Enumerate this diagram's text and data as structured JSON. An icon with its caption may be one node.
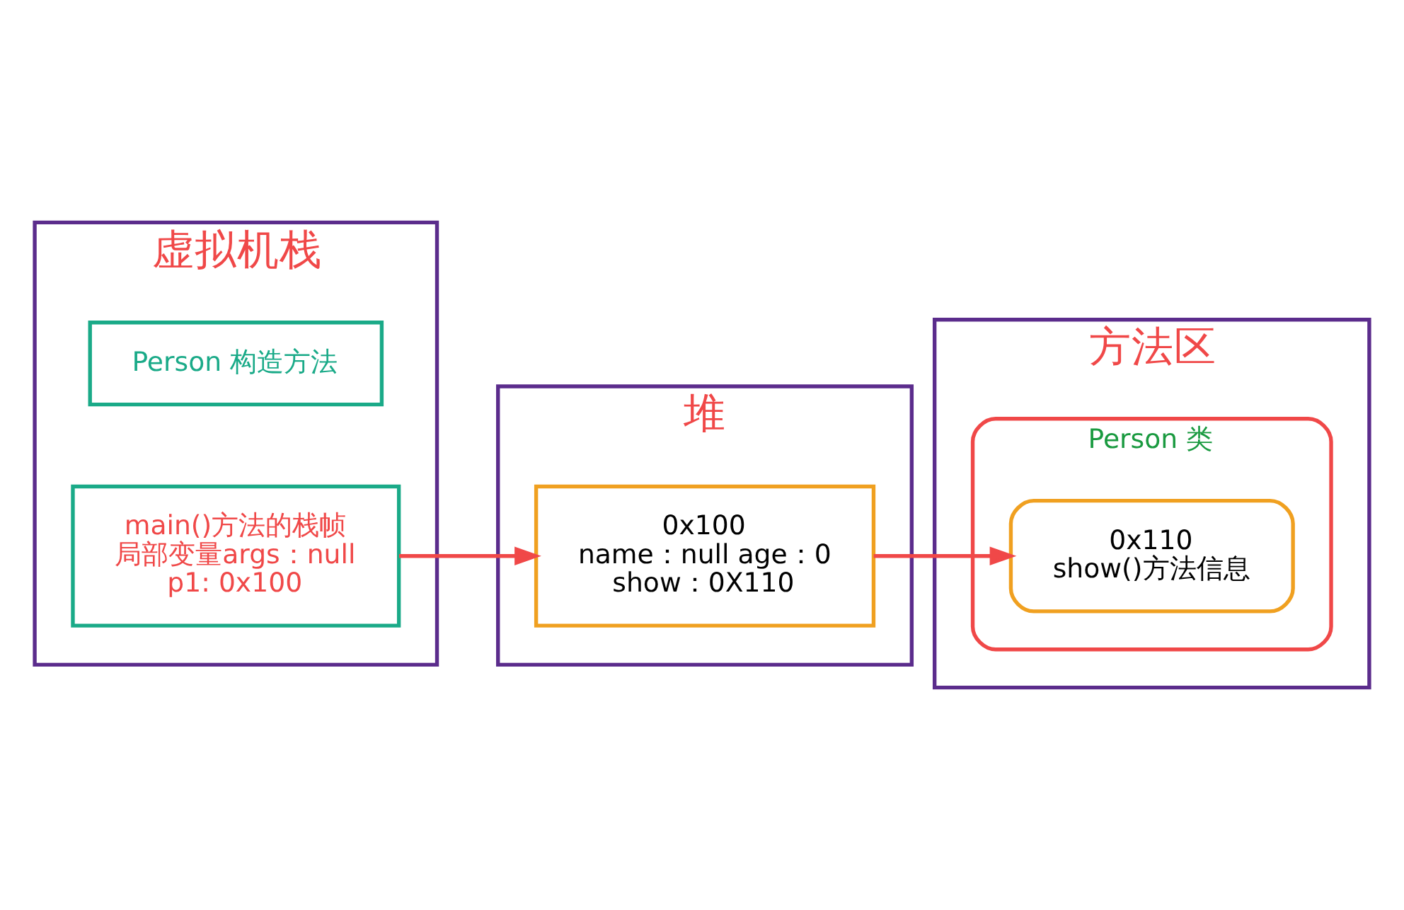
{
  "diagram": {
    "nodes": [
      {
        "text": [
          "虚拟机栈"
        ]
      },
      {
        "text": [
          "Person 构造方法"
        ],
        "in": 0
      },
      {
        "text": [
          "main()方法的栈帧",
          "局部变量args：null",
          "p1: 0x100"
        ],
        "in": 0
      },
      {
        "text": [
          "堆"
        ]
      },
      {
        "text": [
          "0x100",
          "name：null age：0",
          "show：0X110"
        ],
        "in": 3
      },
      {
        "text": [
          "方法区"
        ]
      },
      {
        "text": [
          "Person 类"
        ],
        "in": 5
      },
      {
        "text": [
          "0x110",
          "show()方法信息"
        ],
        "in": 6
      }
    ],
    "edges": [
      {
        "from": 2,
        "to": 4,
        "arrow": "to",
        "color": "#f04848"
      },
      {
        "from": 4,
        "to": 7,
        "arrow": "to",
        "color": "#f04848"
      }
    ]
  }
}
